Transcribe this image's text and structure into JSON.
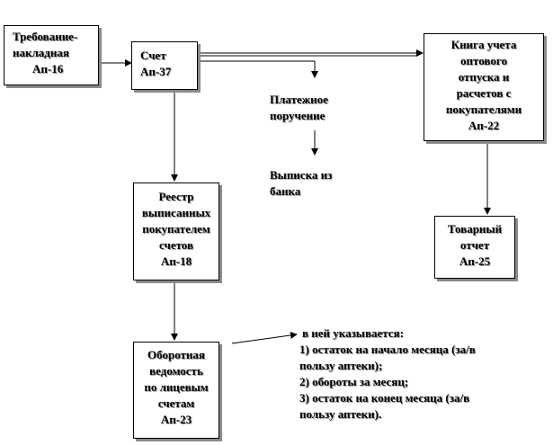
{
  "boxes": {
    "trebovanie": {
      "lines": [
        "Требование-",
        "накладная",
        "Ап-16"
      ]
    },
    "schet": {
      "lines": [
        "Счет",
        "Ап-37"
      ]
    },
    "kniga": {
      "lines": [
        "Книга учета",
        "оптового",
        "отпуска и",
        "расчетов с",
        "покупателями",
        "Ап-22"
      ]
    },
    "reestr": {
      "lines": [
        "Реестр",
        "выписанных",
        "покупателем",
        "счетов",
        "Ап-18"
      ]
    },
    "tovarny": {
      "lines": [
        "Товарный",
        "отчет",
        "Ап-25"
      ]
    },
    "oborotnaya": {
      "lines": [
        "Оборотная",
        "ведомость",
        "по лицевым",
        "счетам",
        "Ап-23"
      ]
    }
  },
  "free_text": {
    "platezhnoe": [
      "Платежное",
      "поручение"
    ],
    "vypiska": [
      "Выписка из",
      "банка"
    ],
    "note": [
      "в ней указывается:",
      "1) остаток на начало месяца (за/в",
      "пользу аптеки);",
      "2) обороты за месяц;",
      "3) остаток на конец месяца (за/в",
      "пользу аптеки)."
    ]
  }
}
